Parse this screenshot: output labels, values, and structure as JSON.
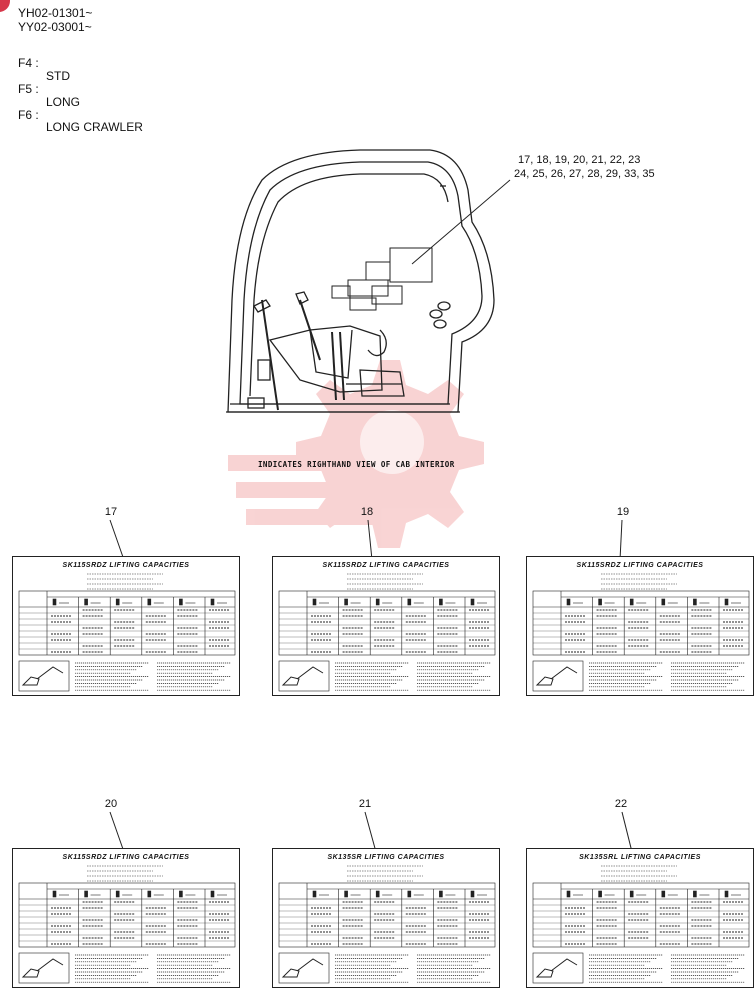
{
  "header": {
    "serial_1": "YH02-01301~",
    "serial_2": "YY02-03001~"
  },
  "variants": [
    {
      "key": "F4 :",
      "value": "STD"
    },
    {
      "key": "F5 :",
      "value": "LONG"
    },
    {
      "key": "F6 :",
      "value": "LONG CRAWLER"
    }
  ],
  "callout": {
    "line_1": "17, 18, 19, 20, 21, 22, 23",
    "line_2": "24, 25, 26, 27, 28, 29, 33, 35"
  },
  "caption": "INDICATES RIGHTHAND VIEW OF CAB INTERIOR",
  "decals": [
    {
      "number": "17",
      "title": "SK115SRDZ  LIFTING  CAPACITIES"
    },
    {
      "number": "18",
      "title": "SK115SRDZ  LIFTING  CAPACITIES"
    },
    {
      "number": "19",
      "title": "SK115SRDZ  LIFTING  CAPACITIES"
    },
    {
      "number": "20",
      "title": "SK115SRDZ  LIFTING  CAPACITIES"
    },
    {
      "number": "21",
      "title": "SK135SR  LIFTING  CAPACITIES"
    },
    {
      "number": "22",
      "title": "SK135SRL  LIFTING  CAPACITIES"
    }
  ],
  "colors": {
    "watermark": "#e23b3b",
    "badge": "#d6374a",
    "ink": "#222222"
  }
}
